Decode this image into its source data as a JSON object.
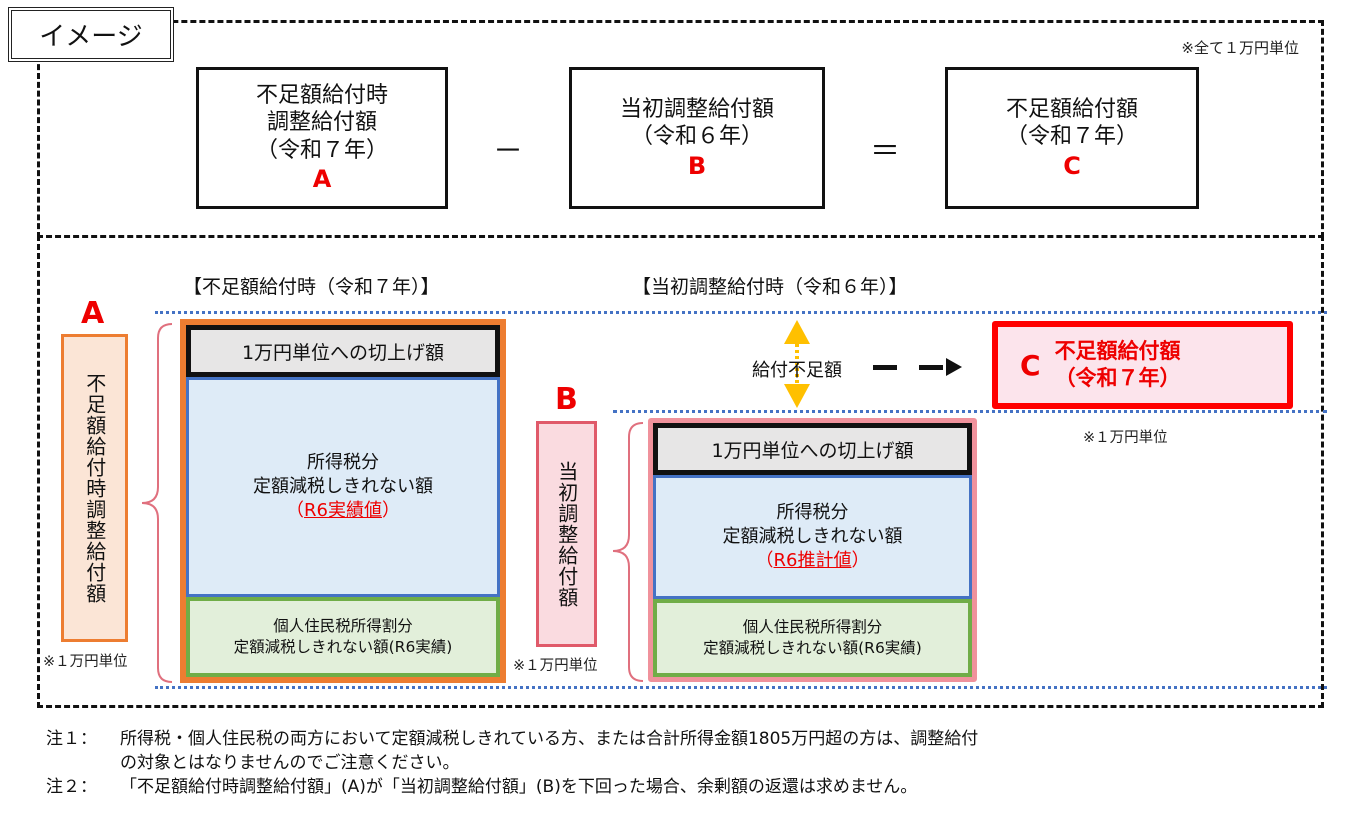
{
  "title": "イメージ",
  "note_all_unit": "※全て１万円単位",
  "formula": {
    "box_a": {
      "lines": [
        "不足額給付時",
        "調整給付額",
        "（令和７年）"
      ],
      "letter": "A"
    },
    "minus": "－",
    "box_b": {
      "lines": [
        "当初調整給付額",
        "（令和６年）"
      ],
      "letter": "B"
    },
    "equals": "＝",
    "box_c": {
      "lines": [
        "不足額給付額",
        "（令和７年）"
      ],
      "letter": "C"
    }
  },
  "section_a": {
    "title": "【不足額給付時（令和７年）】",
    "letter": "A",
    "vertical_label": "不足額給付時調整給付額",
    "unit_note": "※１万円単位",
    "layers": {
      "round_up": "1万円単位への切上げ額",
      "income_tax": {
        "line1": "所得税分",
        "line2": "定額減税しきれない額",
        "paren_open": "（",
        "value": "R6実績値",
        "paren_close": "）"
      },
      "resident_tax": {
        "line1": "個人住民税所得割分",
        "line2": "定額減税しきれない額(R6実績)"
      }
    }
  },
  "section_b": {
    "title": "【当初調整給付時（令和６年）】",
    "letter": "B",
    "vertical_label": "当初調整給付額",
    "unit_note": "※１万円単位",
    "layers": {
      "round_up": "1万円単位への切上げ額",
      "income_tax": {
        "line1": "所得税分",
        "line2": "定額減税しきれない額",
        "paren_open": "（",
        "value": "R6推計値",
        "paren_close": "）"
      },
      "resident_tax": {
        "line1": "個人住民税所得割分",
        "line2": "定額減税しきれない額(R6実績)"
      }
    }
  },
  "gap": {
    "label": "給付不足額"
  },
  "result_c": {
    "letter": "C",
    "line1": "不足額給付額",
    "line2": "（令和７年）",
    "unit_note": "※１万円単位"
  },
  "footnotes": [
    {
      "label": "注１：",
      "line1": "所得税・個人住民税の両方において定額減税しきれている方、または合計所得金額1805万円超の方は、調整給付",
      "line2": "の対象とはなりませんのでご注意ください。"
    },
    {
      "label": "注２：",
      "line1": "「不足額給付時調整給付額」(A)が「当初調整給付額」(B)を下回った場合、余剰額の返還は求めません。"
    }
  ],
  "colors": {
    "accent_red": "#ee0000",
    "orange": "#ed7d31",
    "pink": "#f0929c",
    "blue": "#4472c4",
    "green": "#70ad47",
    "arrow_yellow": "#ffc000"
  }
}
